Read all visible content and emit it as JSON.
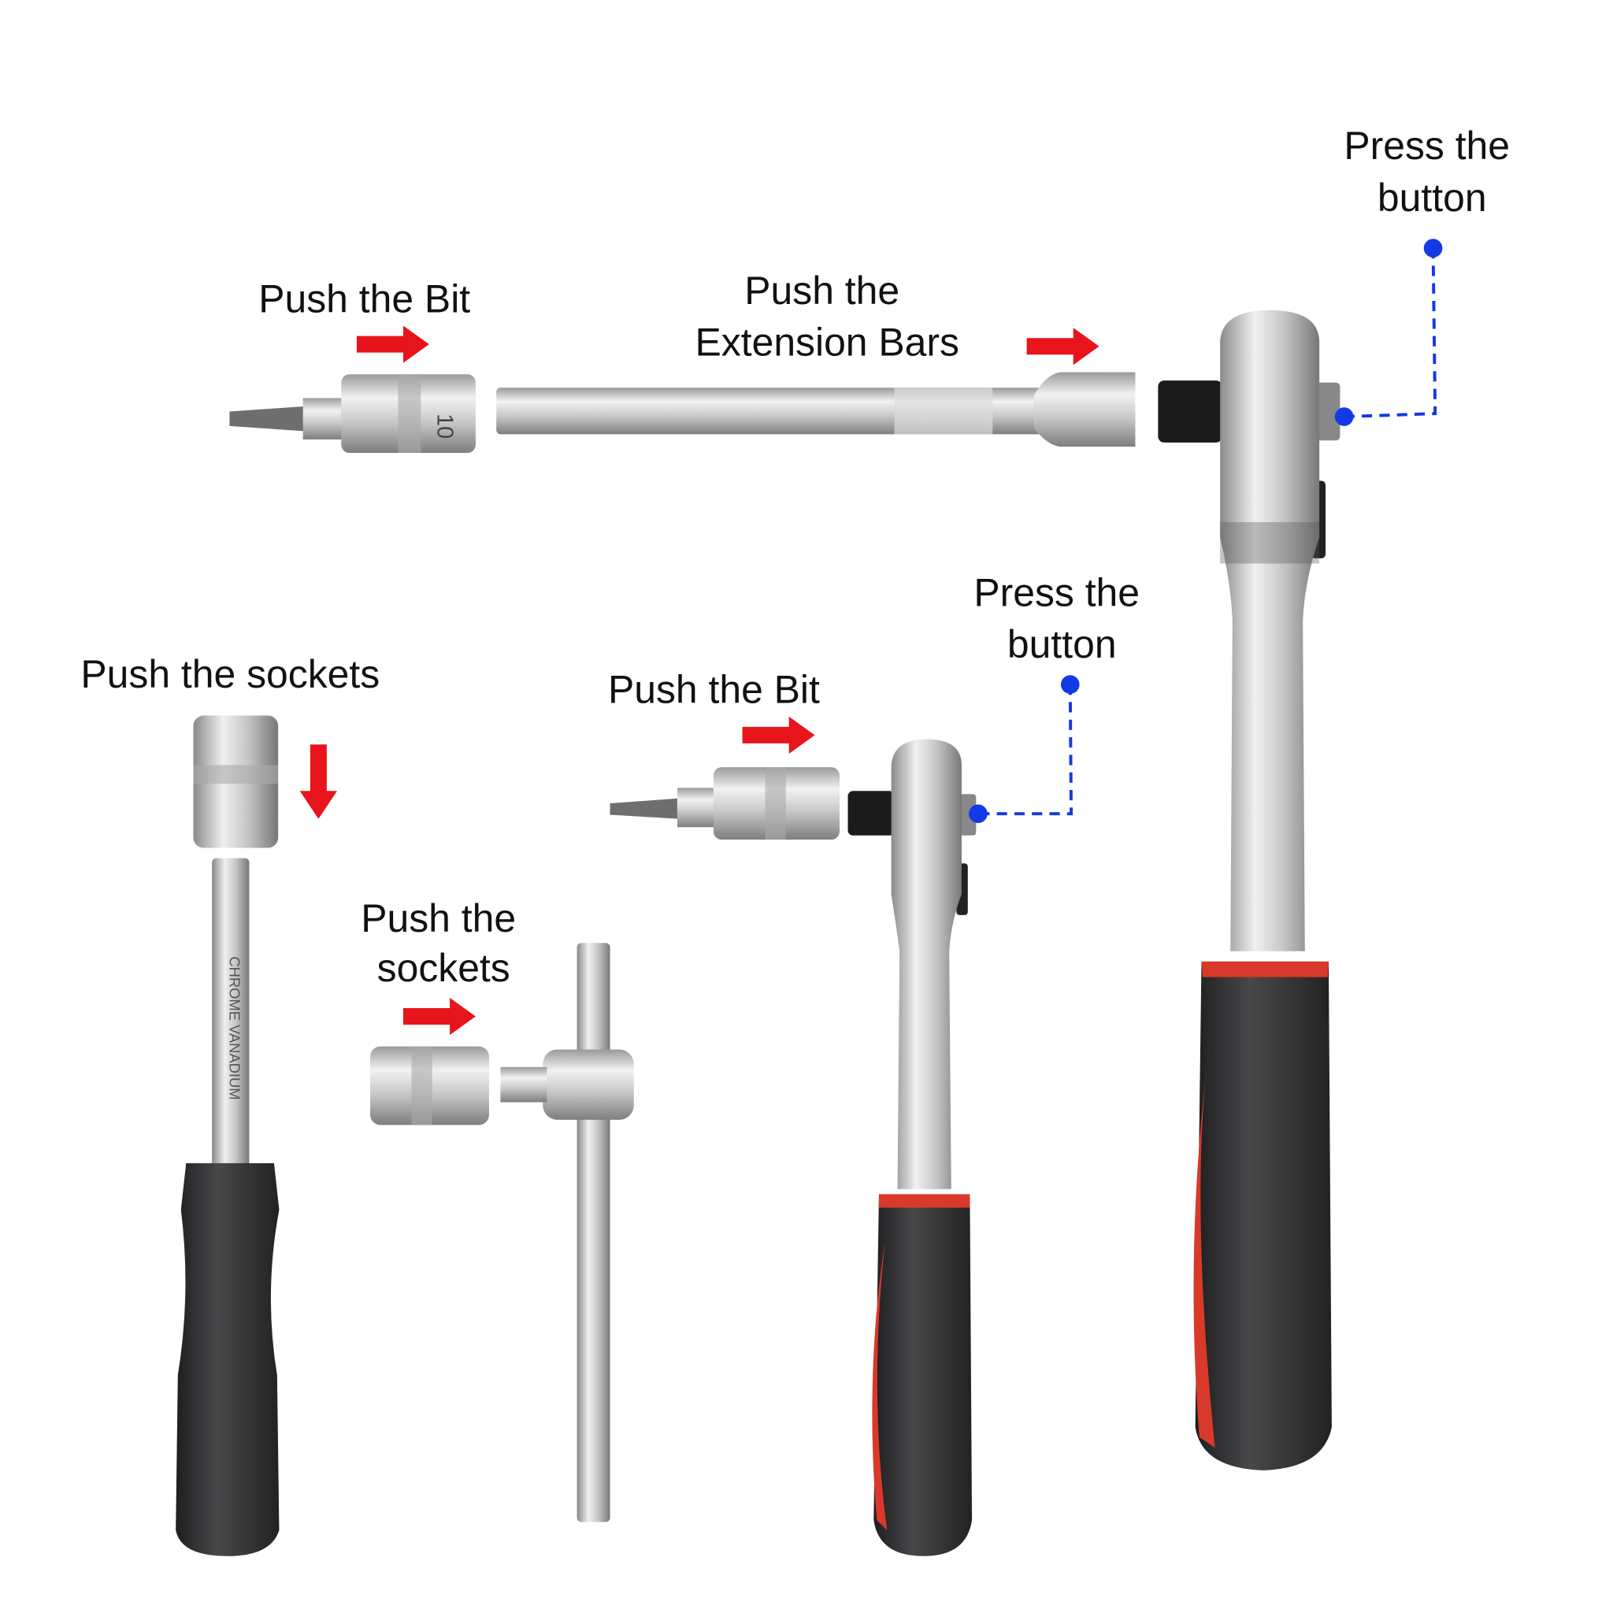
{
  "labels": {
    "push_bit_top": "Push the Bit",
    "push_extension_line1": "Push the",
    "push_extension_line2": "Extension Bars",
    "press_button_top_line1": "Press the",
    "press_button_top_line2": "button",
    "push_sockets_left": "Push the sockets",
    "push_sockets_tbar_line1": "Push the",
    "push_sockets_tbar_line2": "sockets",
    "push_bit_mid": "Push the Bit",
    "press_button_mid_line1": "Press the",
    "press_button_mid_line2": "button"
  },
  "markings": {
    "socket_size": "10",
    "shaft_text": "CHROME VANADIUM"
  },
  "colors": {
    "arrow": "#e8141c",
    "pointer": "#1439e6",
    "grip": "#2e2e30",
    "grip_accent": "#d8392a"
  }
}
